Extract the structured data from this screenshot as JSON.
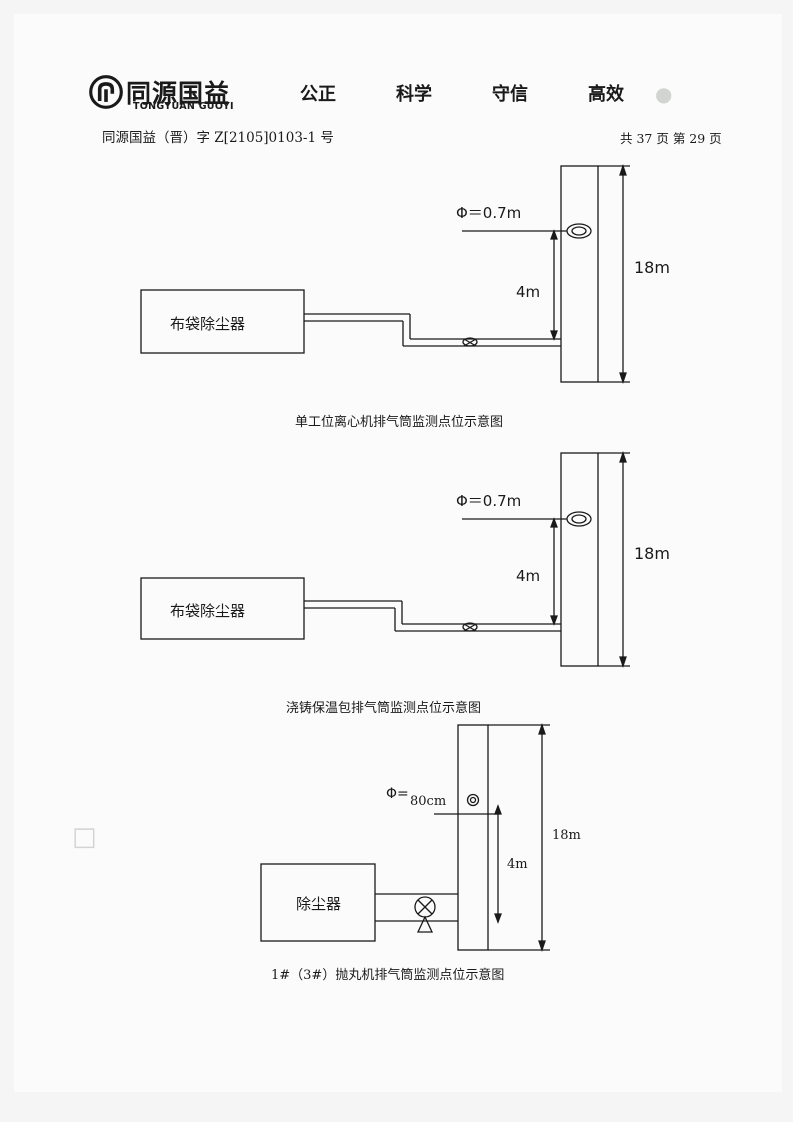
{
  "header": {
    "logo_cn": "同源国益",
    "logo_en": "TONGYUAN GUOYI",
    "slogan": [
      "公正",
      "科学",
      "守信",
      "高效"
    ],
    "doc_number": "同源国益（晋）字 Z[2105]0103-1 号",
    "page_info": "共 37 页   第 29 页"
  },
  "diagrams": [
    {
      "caption": "单工位离心机排气筒监测点位示意图",
      "device_label": "布袋除尘器",
      "diameter_label": "Φ＝0.7m",
      "sample_height_label": "4m",
      "stack_height_label": "18m"
    },
    {
      "caption": "浇铸保温包排气筒监测点位示意图",
      "device_label": "布袋除尘器",
      "diameter_label": "Φ＝0.7m",
      "sample_height_label": "4m",
      "stack_height_label": "18m"
    },
    {
      "caption": "1#（3#）抛丸机排气筒监测点位示意图",
      "device_label": "除尘器",
      "diameter_prefix": "Φ=",
      "diameter_value": "80cm",
      "sample_height_label": "4m",
      "stack_height_label": "18m"
    }
  ],
  "colors": {
    "ink": "#1a1a1a",
    "ghost": "#d2d4d2",
    "paper": "#fbfbfb"
  }
}
